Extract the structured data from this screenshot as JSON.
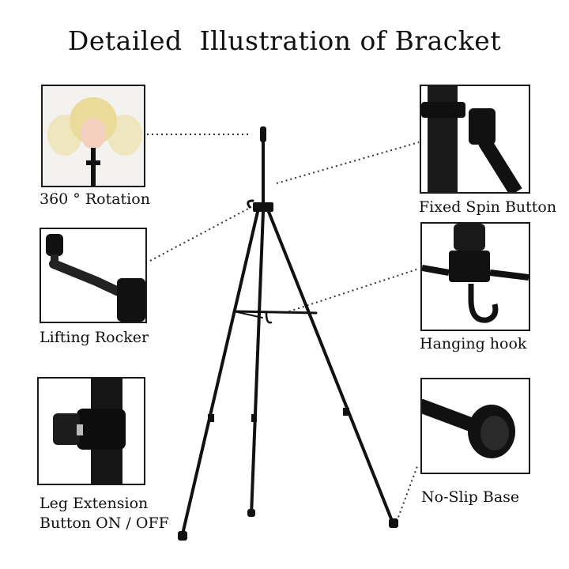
{
  "title": "Detailed  Illustration of Bracket",
  "callouts": {
    "rotation": "360 ° Rotation",
    "lifting_rocker": "Lifting Rocker",
    "leg_extension_line1": "Leg Extension",
    "leg_extension_line2": "Button ON / OFF",
    "fixed_spin_button": "Fixed Spin Button",
    "hanging_hook": "Hanging hook",
    "no_slip_base": "No-Slip Base"
  },
  "colors": {
    "frame": "#1a1a1a",
    "metal": "#111111",
    "hair": "#eadb9a"
  }
}
